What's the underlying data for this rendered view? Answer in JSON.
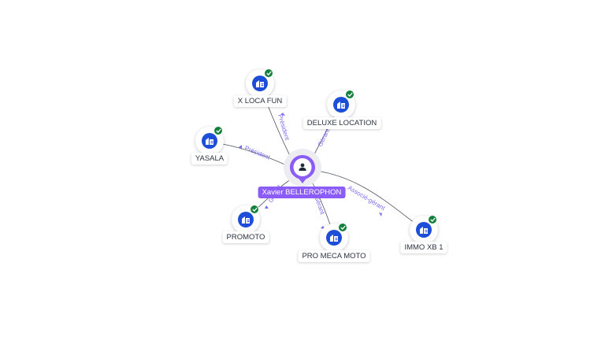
{
  "center": {
    "name": "Xavier BELLEROPHON",
    "icon": "person-icon",
    "color": "#8b5cf6"
  },
  "companies": [
    {
      "name": "X LOCA FUN",
      "icon": "building-icon",
      "verified": true
    },
    {
      "name": "DELUXE LOCATION",
      "icon": "building-icon",
      "verified": true
    },
    {
      "name": "YASALA",
      "icon": "building-icon",
      "verified": true
    },
    {
      "name": "PROMOTO",
      "icon": "building-icon",
      "verified": true
    },
    {
      "name": "PRO MECA MOTO",
      "icon": "building-icon",
      "verified": true
    },
    {
      "name": "IMMO XB 1",
      "icon": "building-icon",
      "verified": true
    }
  ],
  "relations": [
    {
      "label": "Président"
    },
    {
      "label": "Gérant"
    },
    {
      "label": "Président"
    },
    {
      "label": "Gérant"
    },
    {
      "label": "Gérant"
    },
    {
      "label": "Associé-gérant"
    }
  ],
  "colors": {
    "company": "#1d4ed8",
    "verified": "#15803d",
    "relation_label": "#7c6cf0"
  }
}
